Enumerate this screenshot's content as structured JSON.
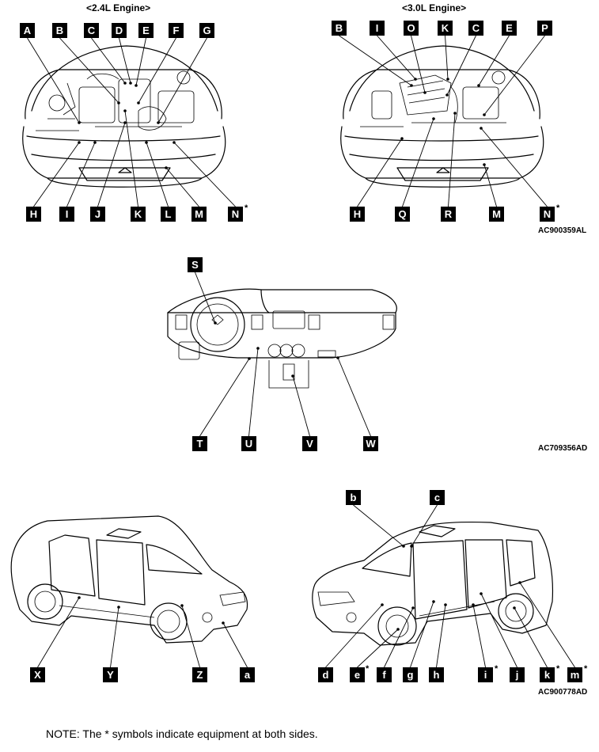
{
  "captions": {
    "engine_24": "<2.4L Engine>",
    "engine_30": "<3.0L Engine>"
  },
  "figure_codes": {
    "engine": "AC900359AL",
    "dash": "AC709356AD",
    "body": "AC900778AD"
  },
  "note": "NOTE: The * symbols indicate equipment at both sides.",
  "star_symbol": "*",
  "labels": {
    "eng24": [
      "A",
      "B",
      "C",
      "D",
      "E",
      "F",
      "G",
      "H",
      "I",
      "J",
      "K",
      "L",
      "M",
      "N"
    ],
    "eng30": [
      "B",
      "I",
      "O",
      "K",
      "C",
      "E",
      "P",
      "H",
      "Q",
      "R",
      "M",
      "N"
    ],
    "dash": [
      "S",
      "T",
      "U",
      "V",
      "W"
    ],
    "body_left": [
      "X",
      "Y",
      "Z",
      "a"
    ],
    "body_right": [
      "b",
      "c",
      "d",
      "e",
      "f",
      "g",
      "h",
      "i",
      "j",
      "k",
      "m"
    ]
  }
}
